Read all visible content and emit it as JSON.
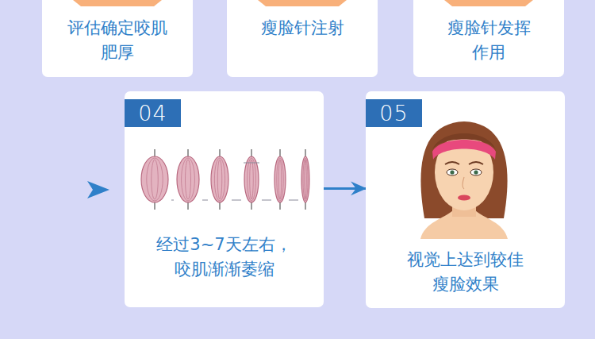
{
  "diagram": {
    "nodes": [
      {
        "text": [
          "评估确定咬肌 肥厚"
        ]
      },
      {
        "text": [
          "瘦脸针注射"
        ]
      },
      {
        "text": [
          "瘦脸针发挥 作用"
        ]
      },
      {
        "text": [
          "04",
          "经过3~7天左右， 咬肌渐渐萎缩"
        ]
      },
      {
        "text": [
          "05",
          "视觉上达到较佳 瘦脸效果"
        ]
      }
    ],
    "edges": [
      {
        "from": 3,
        "to": 4,
        "arrow": "to"
      }
    ]
  }
}
